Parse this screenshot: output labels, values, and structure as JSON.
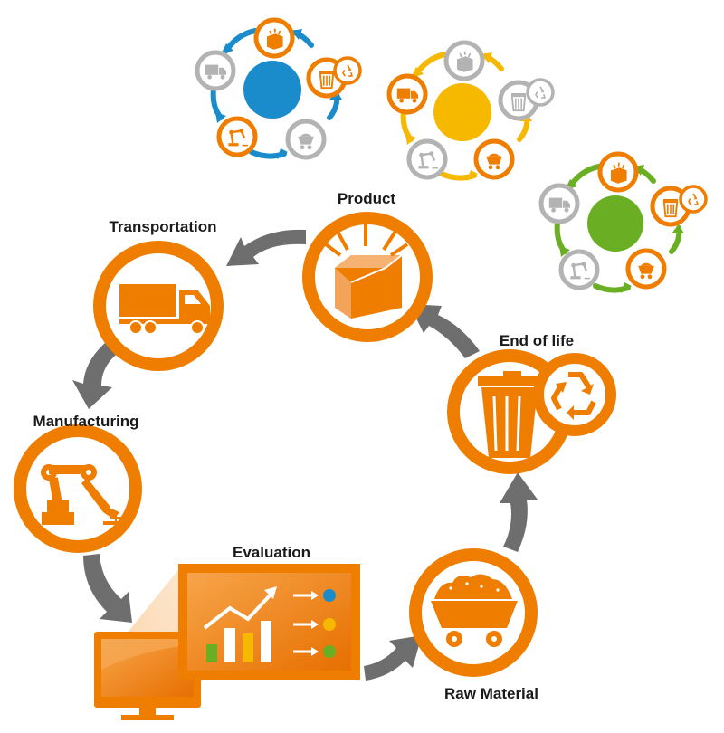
{
  "labels": {
    "product": "Product",
    "transportation": "Transportation",
    "manufacturing": "Manufacturing",
    "evaluation": "Evaluation",
    "raw_material": "Raw Material",
    "end_of_life": "End of life"
  },
  "mini_cycles": [
    {
      "color": "#1a8ccc",
      "arrow_color": "#1a8ccc"
    },
    {
      "color": "#f7b800",
      "arrow_color": "#f7b800"
    },
    {
      "color": "#6aaf23",
      "arrow_color": "#6aaf23"
    }
  ],
  "colors": {
    "orange": "#ee7d00",
    "orange_light": "#f6a24a",
    "gray_arrow": "#6e6e6e",
    "icon_gray": "#b3b3b3",
    "dot_blue": "#1a8ccc",
    "dot_yellow": "#f7b800",
    "dot_green": "#6aaf23"
  }
}
